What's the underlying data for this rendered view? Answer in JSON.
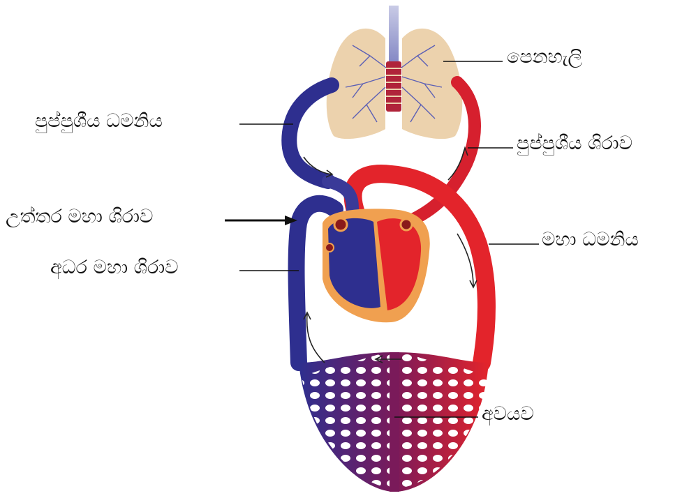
{
  "labels": {
    "lungs": "පෙනහැලි",
    "pulmonary_artery": "පුප්පුශීය ධමනිය",
    "pulmonary_vein": "පුප්පුශීය ශිරාව",
    "superior_vena_cava": "උත්තර මහා ශිරාව",
    "aorta": "මහා ධමනිය",
    "inferior_vena_cava": "අධර මහා ශිරාව",
    "organs": "අවයව"
  },
  "colors": {
    "oxygenated": "#e3242b",
    "deoxygenated": "#2e2f8f",
    "lung_tissue": "#ecd2ad",
    "heart_wall": "#f0a050",
    "capillary_mix": "#7a1a5a"
  }
}
